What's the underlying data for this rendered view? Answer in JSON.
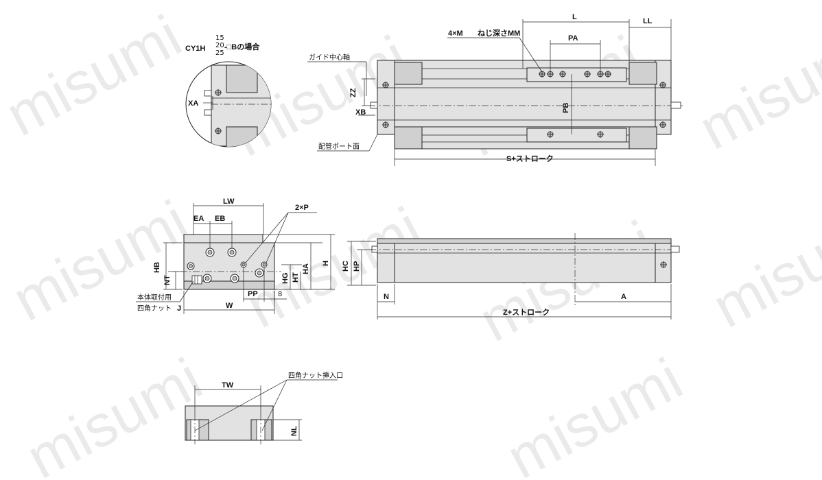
{
  "watermark": "misumi",
  "detail": {
    "model": "CY1H",
    "sizes": [
      "15",
      "20",
      "25"
    ],
    "suffix": "-□Bの場合",
    "xa": "XA"
  },
  "top_view": {
    "guide_axis": "ガイド中心軸",
    "port_face": "配管ポート面",
    "m_label": "4×M",
    "mm_label": "ねじ深さMM",
    "L": "L",
    "LL": "LL",
    "PA": "PA",
    "PB": "PB",
    "ZZ": "ZZ",
    "XB": "XB",
    "S_stroke": "S+ストローク"
  },
  "end_view": {
    "LW": "LW",
    "EA": "EA",
    "EB": "EB",
    "P": "2×P",
    "HB": "HB",
    "NT": "NT",
    "HG": "HG",
    "HT": "HT",
    "HA": "HA",
    "H": "H",
    "PP": "PP",
    "eight": "8",
    "W": "W",
    "mount": "本体取付用",
    "nut": "四角ナット",
    "J": "J"
  },
  "side_view": {
    "HC": "HC",
    "HP": "HP",
    "N": "N",
    "A": "A",
    "Z_stroke": "Z+ストローク"
  },
  "bottom_view": {
    "TW": "TW",
    "nut_inlet": "四角ナット挿入口",
    "NL": "NL"
  }
}
